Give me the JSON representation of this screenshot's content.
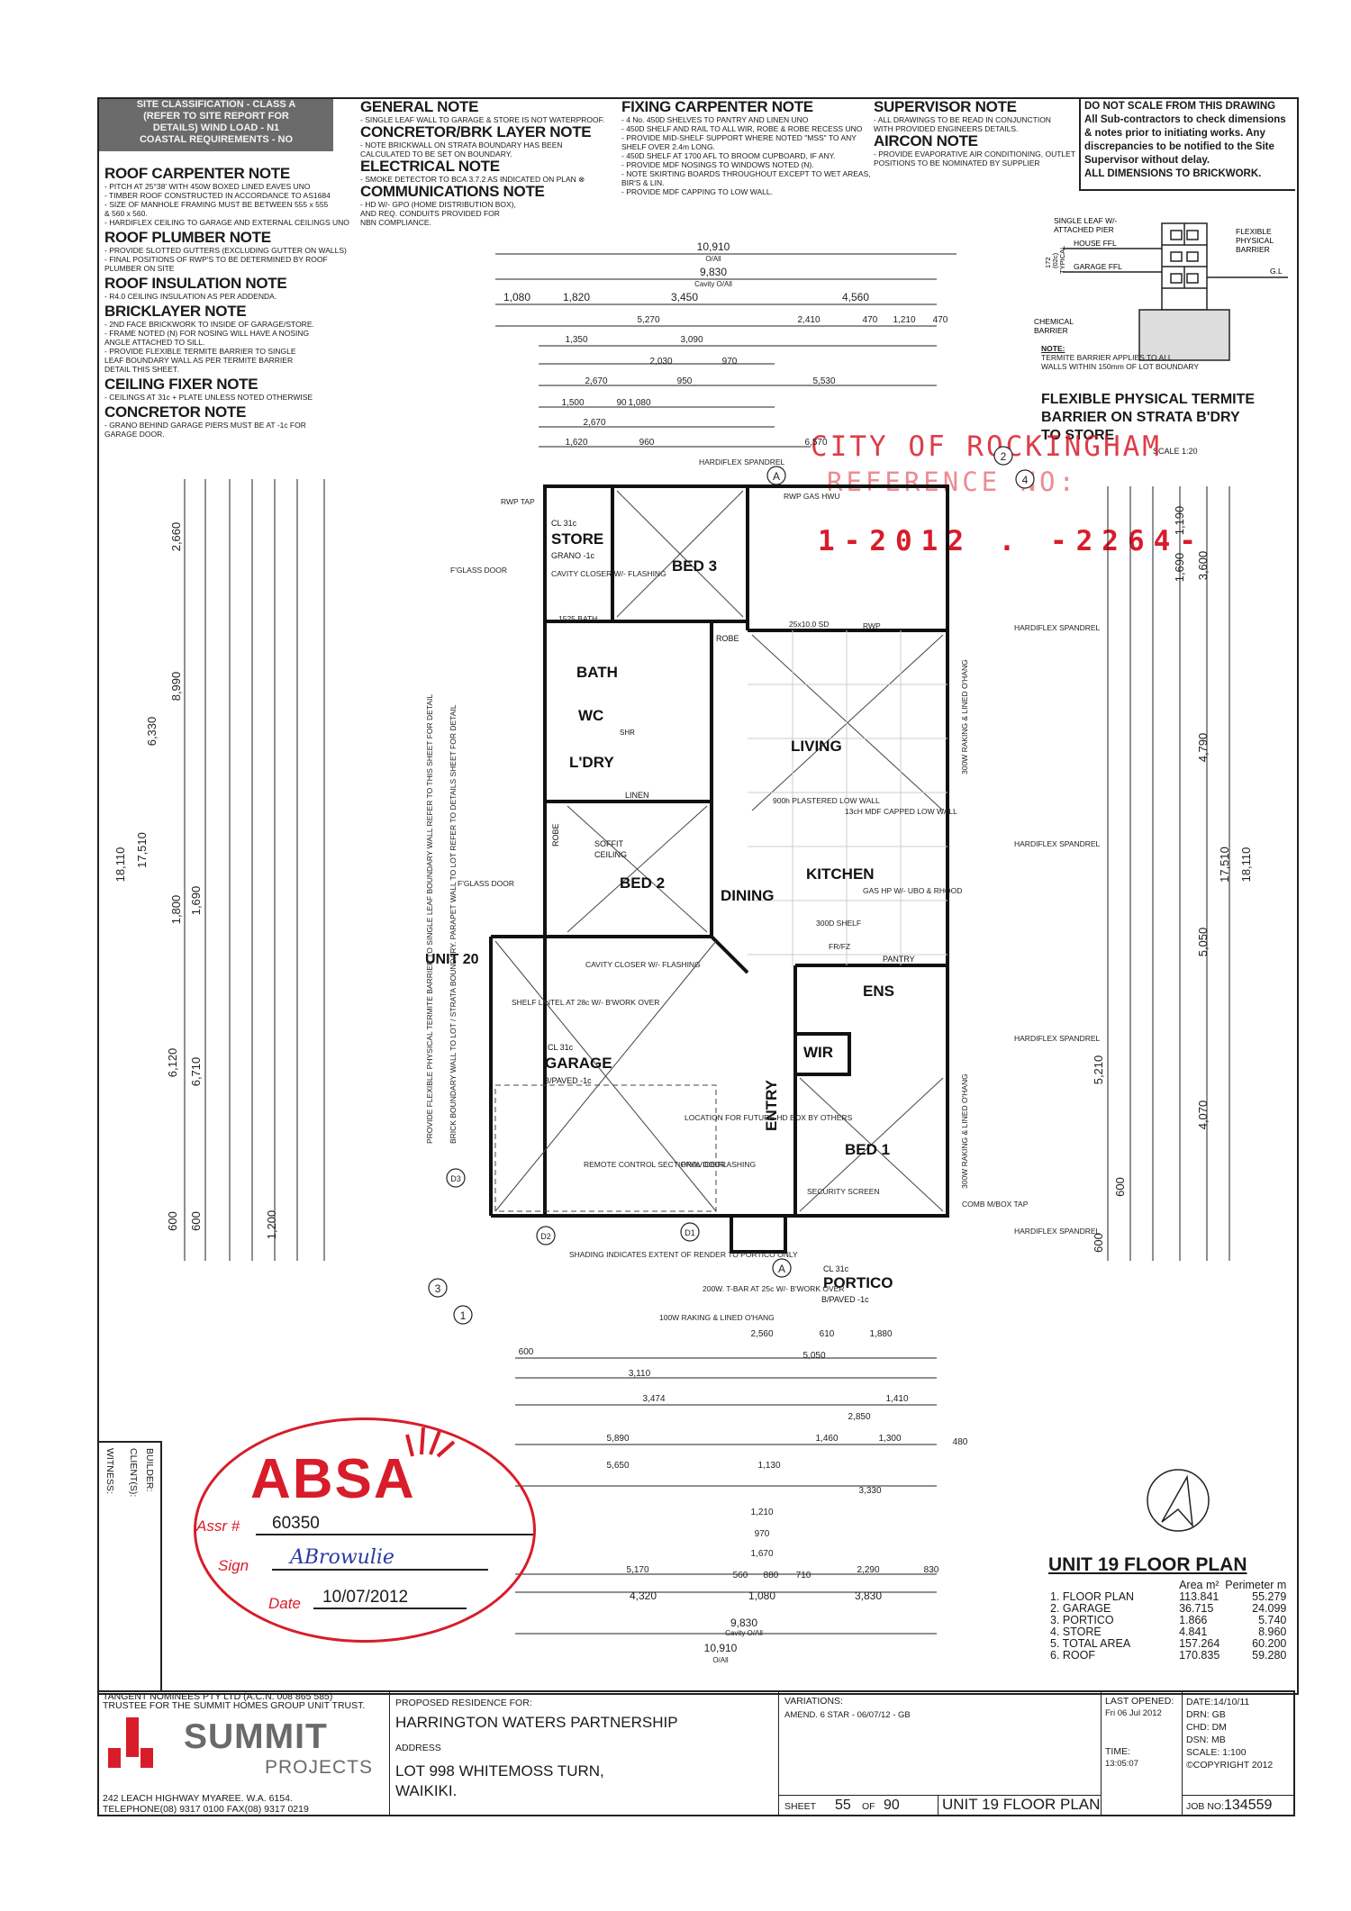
{
  "site_classification": [
    "SITE CLASSIFICATION - CLASS A",
    "(REFER TO SITE REPORT FOR",
    "DETAILS) WIND LOAD - N1",
    "COASTAL REQUIREMENTS - NO"
  ],
  "notes_left": [
    {
      "h": "ROOF CARPENTER NOTE",
      "t": [
        "- PITCH AT 25°38' WITH 450W BOXED LINED EAVES UNO",
        "- TIMBER ROOF CONSTRUCTED IN ACCORDANCE TO AS1684",
        "- SIZE OF MANHOLE FRAMING MUST BE BETWEEN 555 x 555",
        "  & 560 x 560.",
        "- HARDIFLEX CEILING TO GARAGE AND EXTERNAL CEILINGS UNO"
      ]
    },
    {
      "h": "ROOF PLUMBER NOTE",
      "t": [
        "- PROVIDE SLOTTED GUTTERS (EXCLUDING GUTTER ON WALLS)",
        "- FINAL POSITIONS OF RWP'S TO BE DETERMINED BY ROOF PLUMBER ON SITE"
      ]
    },
    {
      "h": "ROOF INSULATION NOTE",
      "t": [
        "- R4.0 CEILING INSULATION AS PER ADDENDA."
      ]
    },
    {
      "h": "BRICKLAYER NOTE",
      "t": [
        "- 2ND FACE BRICKWORK TO INSIDE OF GARAGE/STORE.",
        "- FRAME NOTED (N) FOR NOSING WILL HAVE A NOSING",
        "  ANGLE ATTACHED TO SILL.",
        "- PROVIDE FLEXIBLE TERMITE BARRIER TO SINGLE",
        "  LEAF BOUNDARY WALL AS PER TERMITE BARRIER",
        "  DETAIL THIS SHEET."
      ]
    },
    {
      "h": "CEILING FIXER NOTE",
      "t": [
        "- CEILINGS AT 31c + PLATE UNLESS NOTED OTHERWISE"
      ]
    },
    {
      "h": "CONCRETOR NOTE",
      "t": [
        "- GRANO BEHIND GARAGE PIERS MUST BE AT -1c FOR",
        "  GARAGE DOOR."
      ]
    }
  ],
  "notes_mid": [
    {
      "h": "GENERAL NOTE",
      "t": [
        "- SINGLE LEAF WALL TO GARAGE & STORE IS NOT WATERPROOF."
      ]
    },
    {
      "h": "CONCRETOR/BRK LAYER NOTE",
      "t": [
        "- NOTE BRICKWALL ON STRATA BOUNDARY HAS BEEN",
        "  CALCULATED TO BE SET ON BOUNDARY."
      ]
    },
    {
      "h": "ELECTRICAL NOTE",
      "t": [
        "- SMOKE DETECTOR TO BCA 3.7.2 AS INDICATED ON PLAN ⊗"
      ]
    },
    {
      "h": "COMMUNICATIONS NOTE",
      "t": [
        "- HD W/- GPO (HOME DISTRIBUTION BOX),",
        "  AND REQ. CONDUITS PROVIDED FOR",
        "  NBN COMPLIANCE."
      ]
    }
  ],
  "notes_fixing": {
    "h": "FIXING CARPENTER NOTE",
    "t": [
      "- 4 No. 450D SHELVES TO PANTRY AND LINEN UNO",
      "- 450D SHELF AND RAIL TO ALL WIR, ROBE & ROBE RECESS UNO",
      "- PROVIDE MID-SHELF SUPPORT WHERE NOTED \"MSS\" TO ANY",
      "  SHELF OVER 2.4m LONG.",
      "- 450D SHELF AT 1700 AFL TO BROOM CUPBOARD, IF ANY.",
      "- PROVIDE MDF NOSINGS TO WINDOWS NOTED (N).",
      "- NOTE SKIRTING BOARDS THROUGHOUT EXCEPT TO WET AREAS,",
      "  BIR'S & LIN.",
      "- PROVIDE MDF CAPPING TO LOW WALL."
    ]
  },
  "notes_supervisor": {
    "h": "SUPERVISOR NOTE",
    "t": [
      "- ALL DRAWINGS TO BE READ IN CONJUNCTION",
      "  WITH PROVIDED ENGINEERS DETAILS."
    ]
  },
  "notes_aircon": {
    "h": "AIRCON NOTE",
    "t": [
      "- PROVIDE EVAPORATIVE AIR CONDITIONING, OUTLET",
      "  POSITIONS TO BE NOMINATED BY SUPPLIER"
    ]
  },
  "do_not_scale": [
    "DO NOT SCALE FROM THIS DRAWING",
    "All Sub-contractors to check dimensions",
    "& notes prior to initiating works. Any",
    "discrepancies to be notified to the Site",
    "Supervisor without delay.",
    "ALL DIMENSIONS TO BRICKWORK."
  ],
  "termite": {
    "labels": [
      "SINGLE LEAF W/-",
      "ATTACHED PIER",
      "HOUSE FFL",
      "GARAGE FFL",
      "FLEXIBLE",
      "PHYSICAL",
      "BARRIER",
      "CHEMICAL",
      "BARRIER",
      "172",
      "(02c)",
      "TYPICAL",
      "G.L"
    ],
    "note": [
      "NOTE:",
      "TERMITE BARRIER APPLIES TO ALL",
      "WALLS WITHIN 150mm OF LOT BOUNDARY"
    ],
    "title": [
      "FLEXIBLE PHYSICAL TERMITE",
      "BARRIER ON STRATA B'DRY",
      "TO STORE"
    ],
    "scale": "SCALE 1:20"
  },
  "city_stamp": {
    "line1": "CITY OF ROCKINGHAM",
    "line2": "REFERENCE NO:",
    "ref": "1-2012 . -2264-"
  },
  "rooms": {
    "store": "STORE",
    "store_sub": "GRANO -1c",
    "store_cl": "CL 31c",
    "bed3": "BED 3",
    "bath": "BATH",
    "wc": "WC",
    "ldry": "L'DRY",
    "linen": "LINEN",
    "robe1": "ROBE",
    "robe2": "ROBE",
    "bed2": "BED 2",
    "living": "LIVING",
    "kitchen": "KITCHEN",
    "dining": "DINING",
    "ens": "ENS",
    "wir": "WIR",
    "garage": "GARAGE",
    "garage_cl": "CL 31c",
    "garage_sub": "B/PAVED -1c",
    "entry": "ENTRY",
    "bed1": "BED 1",
    "portico": "PORTICO",
    "portico_cl": "CL 31c",
    "portico_sub": "B/PAVED -1c",
    "unit20": "UNIT 20",
    "pantry": "PANTRY",
    "shr": "SHR",
    "soffit": "SOFFIT",
    "ceiling": "CEILING"
  },
  "plan_labels": {
    "rwp_tap": "RWP TAP",
    "fglass_door": "F'GLASS DOOR",
    "fglass_door2": "F'GLASS DOOR",
    "hardiflex1": "HARDIFLEX SPANDREL",
    "hardiflex2": "HARDIFLEX SPANDREL",
    "hardiflex3": "HARDIFLEX SPANDREL",
    "hardiflex4": "HARDIFLEX SPANDREL",
    "hardiflex5": "HARDIFLEX SPANDREL",
    "rwp_gas": "RWP GAS HWU",
    "cavity_closer1": "CAVITY CLOSER W/- FLASHING",
    "cavity_closer2": "CAVITY CLOSER W/- FLASHING",
    "bath_size": "1525 BATH",
    "living_wall": "900h PLASTERED LOW WALL",
    "kitchen_wall": "13cH MDF CAPPED LOW WALL",
    "gas_hp": "GAS HP W/- UBO & RHOOD",
    "shelf": "300D SHELF",
    "frfz": "FR/FZ",
    "shelf_lintel": "SHELF LINTEL AT 28c W/- B'WORK OVER",
    "location": "LOCATION FOR FUTURE HD BOX BY OTHERS",
    "provide_flashing": "PROVIDE FLASHING",
    "remote": "REMOTE CONTROL SECTIONAL DOOR",
    "security": "SECURITY SCREEN",
    "shading": "SHADING INDICATES EXTENT OF RENDER TO PORTICO ONLY",
    "tbar": "200W. T-BAR AT 25c W/- B'WORK OVER",
    "raking": "100W RAKING & LINED O'HANG",
    "comb": "COMB M/BOX TAP",
    "sd": "25x10.0 SD",
    "rwp": "RWP",
    "termite_vert": "PROVIDE FLEXIBLE PHYSICAL TERMITE BARRIER TO SINGLE LEAF BOUNDARY WALL REFER TO THIS SHEET FOR DETAIL",
    "parapet_vert": "BRICK BOUNDARY WALL TO LOT / STRATA BOUNDARY. PARAPET WALL TO LOT REFER TO DETAILS SHEET FOR DETAIL",
    "raking_r1": "300W RAKING & LINED O'HANG",
    "raking_r2": "300W RAKING & LINED O'HANG"
  },
  "top_dims": {
    "overall": "10,910",
    "overall_sub": "O/All",
    "cavity": "9,830",
    "cavity_sub": "Cavity O/All",
    "row": [
      "1,080",
      "1,820",
      "3,450",
      "4,560"
    ],
    "inner": [
      "5,270",
      "2,410",
      "470",
      "1,210",
      "470",
      "3,090",
      "1,350",
      "2,030",
      "970",
      "5,530",
      "2,670",
      "950",
      "1,500",
      "90",
      "1,080",
      "2,670",
      "1,620",
      "960",
      "6,570"
    ]
  },
  "bottom_dims": {
    "overall": "10,910",
    "overall_sub": "O/All",
    "cavity": "9,830",
    "cavity_sub": "Cavity O/All",
    "vals": [
      "600",
      "3,110",
      "2,560",
      "610",
      "1,880",
      "5,050",
      "3,474",
      "1,410",
      "2,850",
      "5,890",
      "5,650",
      "1,460",
      "1,300",
      "480",
      "1,130",
      "3,330",
      "1,210",
      "970",
      "1,670",
      "5,170",
      "2,290",
      "830",
      "560",
      "880",
      "710",
      "1,080",
      "4,320",
      "3,830"
    ]
  },
  "left_dims": [
    "2,660",
    "8,990",
    "6,330",
    "17,510",
    "18,110",
    "1,800",
    "1,690",
    "6,120",
    "6,710",
    "1,200",
    "600",
    "600"
  ],
  "right_dims": [
    "1,190",
    "3,600",
    "1,690",
    "4,790",
    "17,510",
    "18,110",
    "5,050",
    "5,210",
    "4,070",
    "600",
    "600"
  ],
  "sections": [
    "A",
    "A",
    "2",
    "4",
    "3",
    "1",
    "D1",
    "D2",
    "D3"
  ],
  "absa": {
    "brand": "ABSA",
    "assr_label": "Assr #",
    "assr": "60350",
    "sign_label": "Sign",
    "sign": "ABrowulie",
    "date_label": "Date",
    "date": "10/07/2012"
  },
  "side_labels": [
    "BUILDER:",
    "CLIENT(S):",
    "WITNESS:"
  ],
  "plan_title": "UNIT 19 FLOOR PLAN",
  "areas": {
    "h1": "Area m²",
    "h2": "Perimeter m",
    "rows": [
      [
        "1. FLOOR PLAN",
        "113.841",
        "55.279"
      ],
      [
        "2. GARAGE",
        "36.715",
        "24.099"
      ],
      [
        "3. PORTICO",
        "1.866",
        "5.740"
      ],
      [
        "4. STORE",
        "4.841",
        "8.960"
      ],
      [
        "5. TOTAL AREA",
        "157.264",
        "60.200"
      ],
      [
        "6. ROOF",
        "170.835",
        "59.280"
      ]
    ]
  },
  "title_block": {
    "company_line1": "TANGENT NOMINEES PTY LTD (A.C.N. 008 865 585)",
    "company_line2": "TRUSTEE FOR THE SUMMIT HOMES GROUP UNIT TRUST.",
    "logo_top": "SUMMIT",
    "logo_bottom": "PROJECTS",
    "address1": "242 LEACH HIGHWAY MYAREE. W.A. 6154.",
    "address2": "TELEPHONE(08) 9317 0100 FAX(08) 9317 0219",
    "proposed_label": "PROPOSED RESIDENCE FOR:",
    "client": "HARRINGTON WATERS PARTNERSHIP",
    "address_label": "ADDRESS",
    "lot": "LOT 998 WHITEMOSS TURN,",
    "suburb": "WAIKIKI.",
    "variations_label": "VARIATIONS:",
    "variation": "AMEND. 6 STAR - 06/07/12 - GB",
    "sheet_label": "SHEET",
    "sheet": "55",
    "of": "OF",
    "total": "90",
    "sheet_title": "UNIT 19 FLOOR PLAN",
    "last_opened_label": "LAST OPENED:",
    "last_opened": "Fri 06 Jul 2012",
    "time_label": "TIME:",
    "time": "13:05:07",
    "date": "DATE:14/10/11",
    "drn": "DRN: GB",
    "chd": "CHD: DM",
    "dsn": "DSN: MB",
    "scale": "SCALE: 1:100",
    "copyright": "©COPYRIGHT 2012",
    "job_label": "JOB NO:",
    "job": "134559"
  },
  "colors": {
    "stamp_red": "#d81c2a",
    "logo_red": "#d81c2a",
    "logo_gray": "#7a7a7a",
    "site_bg": "#6b6b6b"
  }
}
